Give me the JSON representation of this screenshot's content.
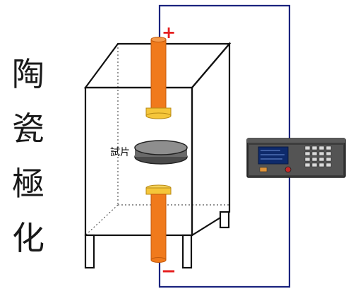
{
  "title_chars": [
    "陶",
    "瓷",
    "極",
    "化"
  ],
  "labels": {
    "specimen": "試片",
    "positive": "+",
    "negative": "−"
  },
  "colors": {
    "electrode": "#f07a1c",
    "electrode_dark": "#c35a0c",
    "electrode_cap": "#f5c63a",
    "wire": "#1a237e",
    "plus_sign": "#e51f1f",
    "minus_sign": "#e51f1f",
    "cabinet_line": "#111111",
    "device_body": "#4a4a4a",
    "device_screen": "#0e2a6b"
  },
  "icons": [
    "power-supply-device",
    "keypad-icon",
    "power-knob-icon"
  ]
}
